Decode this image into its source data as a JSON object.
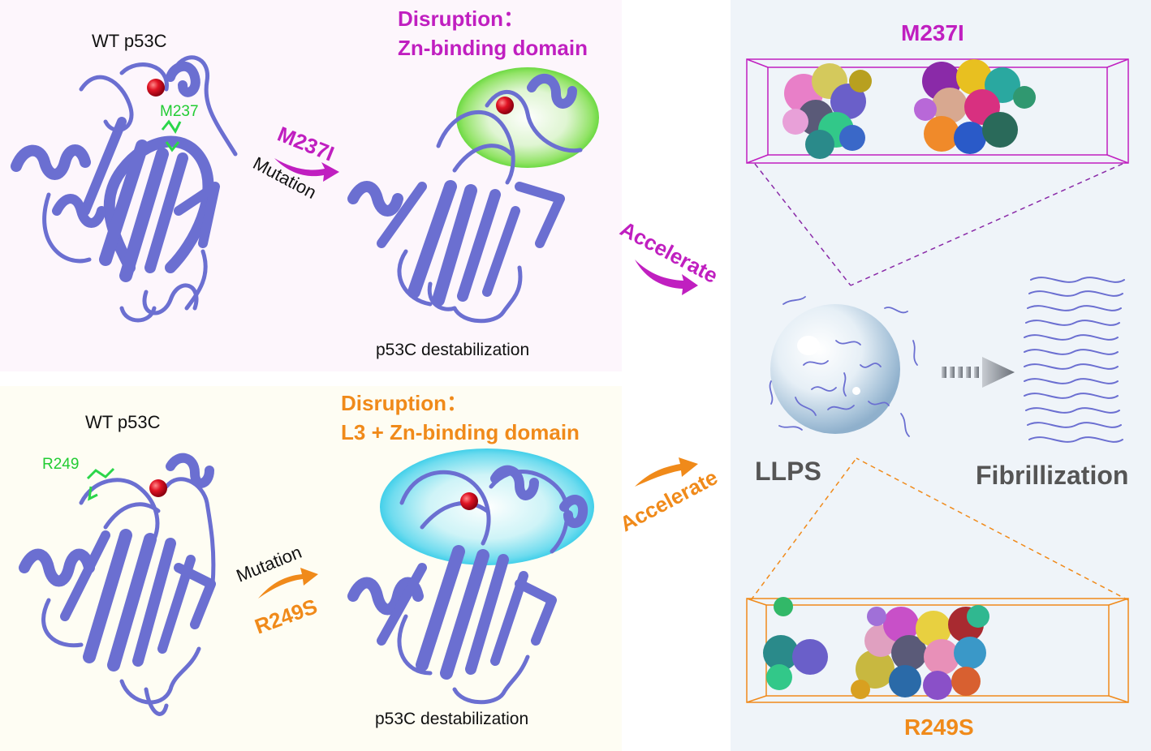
{
  "colors": {
    "magenta": "#c01fc0",
    "orange": "#f08a1a",
    "green_label": "#22cc33",
    "protein": "#6b6fd1",
    "protein_dark": "#4a4eb0",
    "zinc": "#d81020",
    "gray_text": "#555555",
    "top_bg": "#fdf6fc",
    "bottom_bg": "#fefdf3",
    "right_bg": "#eff4f9"
  },
  "top_panel": {
    "wt_label": "WT p53C",
    "residue_label": "M237",
    "mutation_name": "M237I",
    "mutation_word": "Mutation",
    "disruption_title": "Disruption：",
    "disruption_region": "Zn-binding domain",
    "result_label": "p53C destabilization",
    "accelerate_label": "Accelerate"
  },
  "bottom_panel": {
    "wt_label": "WT p53C",
    "residue_label": "R249",
    "mutation_name": "R249S",
    "mutation_word": "Mutation",
    "disruption_title": "Disruption：",
    "disruption_region": "L3 + Zn-binding domain",
    "result_label": "p53C destabilization",
    "accelerate_label": "Accelerate"
  },
  "right_panel": {
    "top_box_label": "M237I",
    "bottom_box_label": "R249S",
    "llps_label": "LLPS",
    "fibril_label": "Fibrillization"
  },
  "icons": [
    "protein-ribbon-icon",
    "zinc-ion-icon",
    "droplet-icon",
    "fibril-icon",
    "dashed-arrow-icon",
    "curved-arrow-icon",
    "molecular-cluster-icon"
  ]
}
